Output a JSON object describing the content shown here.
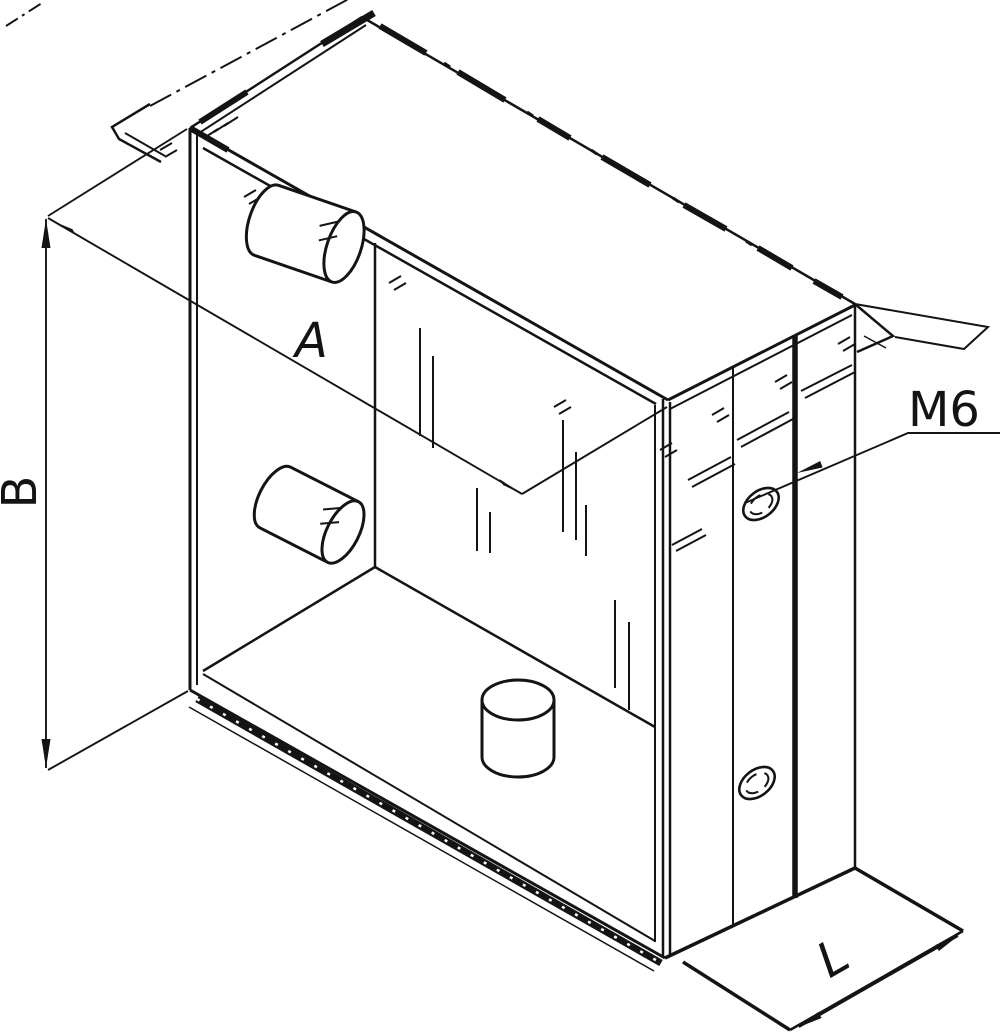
{
  "drawing": {
    "labels": {
      "width_dim": "A",
      "height_dim": "B",
      "foot_length_dim": "L",
      "thread_callout": "M6"
    },
    "colors": {
      "line": "#141414",
      "background": "#ffffff"
    }
  }
}
